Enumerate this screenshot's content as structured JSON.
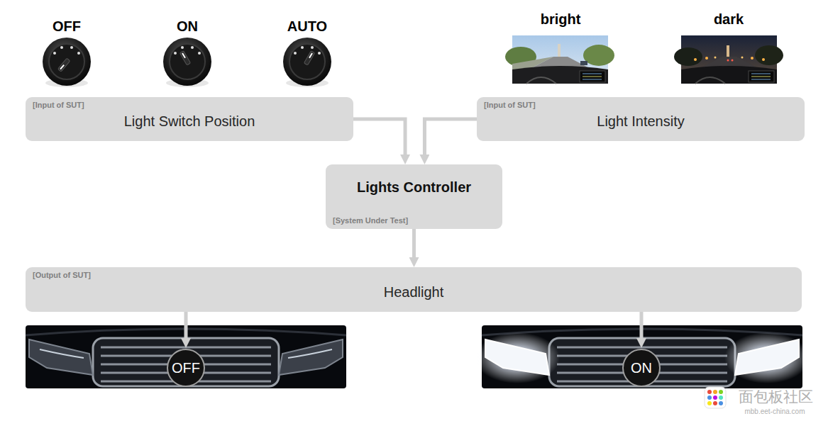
{
  "diagram": {
    "nodes": [
      {
        "text": [
          "[Input of SUT]",
          "Light Switch Position"
        ]
      },
      {
        "text": [
          "[Input of SUT]",
          "Light Intensity"
        ]
      },
      {
        "text": [
          "Lights Controller",
          "[System Under Test]"
        ]
      },
      {
        "text": [
          "[Output of SUT]",
          "Headlight"
        ]
      },
      {
        "text": [
          "OFF"
        ]
      },
      {
        "text": [
          "ON"
        ]
      }
    ],
    "edges": [
      {
        "from": 0,
        "to": 2,
        "arrow": "to"
      },
      {
        "from": 1,
        "to": 2,
        "arrow": "to"
      },
      {
        "from": 2,
        "to": 3,
        "arrow": "to"
      },
      {
        "from": 3,
        "to": 4,
        "arrow": "to"
      },
      {
        "from": 3,
        "to": 5,
        "arrow": "to"
      }
    ],
    "labels": [
      "OFF",
      "ON",
      "AUTO",
      "bright",
      "dark",
      "面包板社区",
      "mbb.eet-china.com"
    ]
  }
}
